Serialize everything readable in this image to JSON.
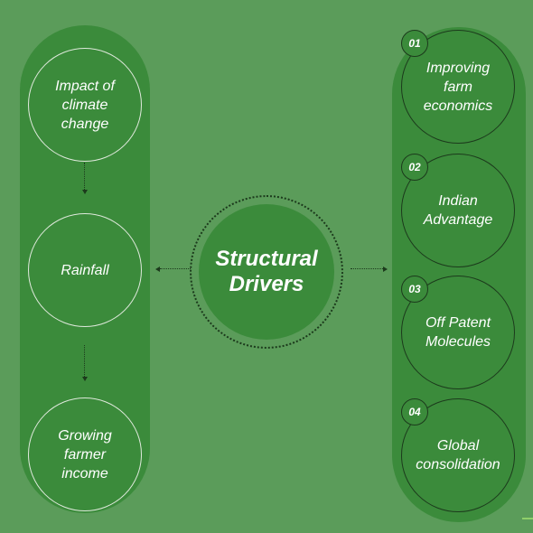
{
  "center": {
    "label": "Structural\nDrivers"
  },
  "left_chain": [
    {
      "label": "Impact of\nclimate\nchange"
    },
    {
      "label": "Rainfall"
    },
    {
      "label": "Growing\nfarmer\nincome"
    }
  ],
  "right_drivers": [
    {
      "number": "01",
      "label": "Improving\nfarm\neconomics"
    },
    {
      "number": "02",
      "label": "Indian\nAdvantage"
    },
    {
      "number": "03",
      "label": "Off Patent\nMolecules"
    },
    {
      "number": "04",
      "label": "Global\nconsolidation"
    }
  ],
  "colors": {
    "background": "#5b9c5a",
    "pill": "#3b8b3b",
    "line": "#1c3a1c",
    "text": "#ffffff"
  }
}
